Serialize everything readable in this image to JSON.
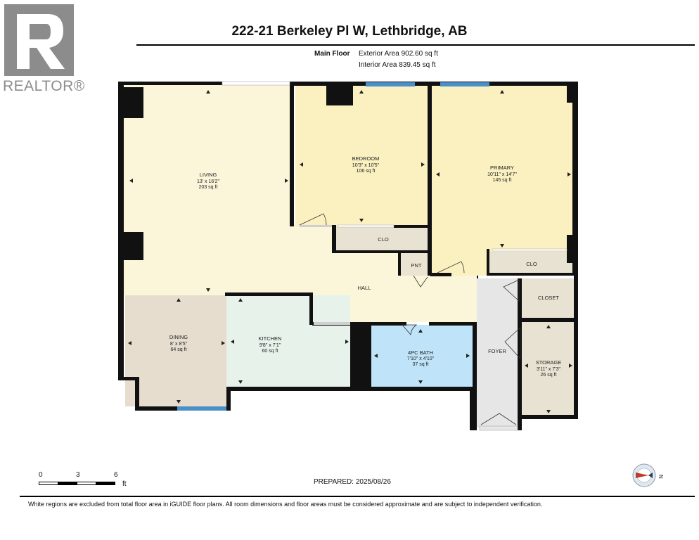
{
  "logo": {
    "text": "REALTOR®"
  },
  "header": {
    "title": "222-21 Berkeley Pl W, Lethbridge, AB",
    "floor": "Main Floor",
    "exterior_area": "Exterior Area 902.60 sq ft",
    "interior_area": "Interior Area 839.45 sq ft"
  },
  "rooms": {
    "living": {
      "name": "LIVING",
      "dims": "13' x 16'2\"",
      "area": "203 sq ft"
    },
    "bedroom": {
      "name": "BEDROOM",
      "dims": "10'3\" x 10'5\"",
      "area": "106 sq ft"
    },
    "primary": {
      "name": "PRIMARY",
      "dims": "10'11\" x 14'7\"",
      "area": "145 sq ft"
    },
    "clo1": {
      "name": "CLO"
    },
    "clo2": {
      "name": "CLO"
    },
    "pnt": {
      "name": "PNT"
    },
    "hall": {
      "name": "HALL"
    },
    "closet": {
      "name": "CLOSET"
    },
    "dining": {
      "name": "DINING",
      "dims": "8' x 8'5\"",
      "area": "64 sq ft"
    },
    "kitchen": {
      "name": "KITCHEN",
      "dims": "9'8\" x 7'1\"",
      "area": "60 sq ft"
    },
    "bath": {
      "name": "4PC BATH",
      "dims": "7'10\" x 4'10\"",
      "area": "37 sq ft"
    },
    "foyer": {
      "name": "FOYER"
    },
    "storage": {
      "name": "STORAGE",
      "dims": "3'11\" x 7'3\"",
      "area": "26 sq ft"
    }
  },
  "scale": {
    "labels": [
      "0",
      "3",
      "6"
    ],
    "unit": "ft"
  },
  "prepared": "PREPARED: 2025/08/26",
  "disclaimer": "White regions are excluded from total floor area in iGUIDE floor plans. All room dimensions and floor areas must be considered approximate and are subject to independent verification.",
  "compass": {
    "label": "N"
  },
  "colors": {
    "living": "#fbf5d9",
    "bedroom": "#faf0c0",
    "primary": "#faf0c0",
    "closet": "#e8e2d2",
    "dining": "#e6ddcf",
    "kitchen": "#e6f2ea",
    "bath": "#bfe3f8",
    "foyer": "#e6e6e6",
    "wall": "#111111",
    "window": "#4a90c8"
  }
}
